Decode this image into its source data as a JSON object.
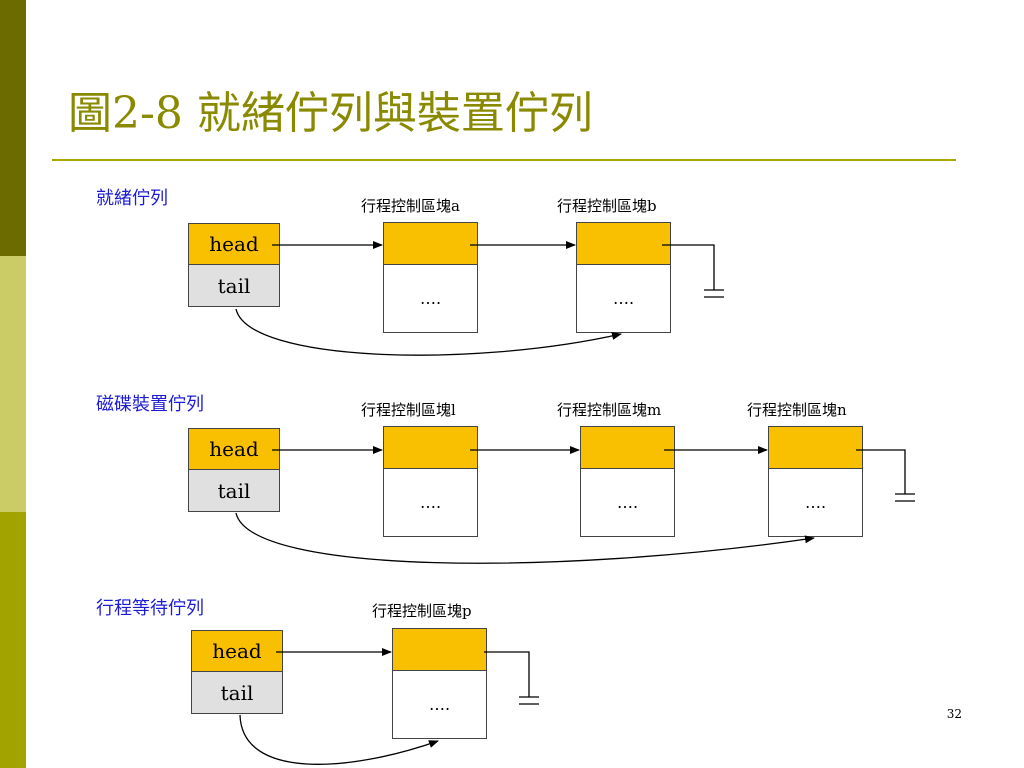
{
  "slide": {
    "title": "圖2-8 就緒佇列與裝置佇列",
    "page_number": "32"
  },
  "queues": [
    {
      "label": "就緒佇列",
      "head_label": "head",
      "tail_label": "tail",
      "pcbs": [
        {
          "label": "行程控制區塊a",
          "body": "…."
        },
        {
          "label": "行程控制區塊b",
          "body": "…."
        }
      ]
    },
    {
      "label": "磁碟裝置佇列",
      "head_label": "head",
      "tail_label": "tail",
      "pcbs": [
        {
          "label": "行程控制區塊l",
          "body": "…."
        },
        {
          "label": "行程控制區塊m",
          "body": "…."
        },
        {
          "label": "行程控制區塊n",
          "body": "…."
        }
      ]
    },
    {
      "label": "行程等待佇列",
      "head_label": "head",
      "tail_label": "tail",
      "pcbs": [
        {
          "label": "行程控制區塊p",
          "body": "…."
        }
      ]
    }
  ]
}
